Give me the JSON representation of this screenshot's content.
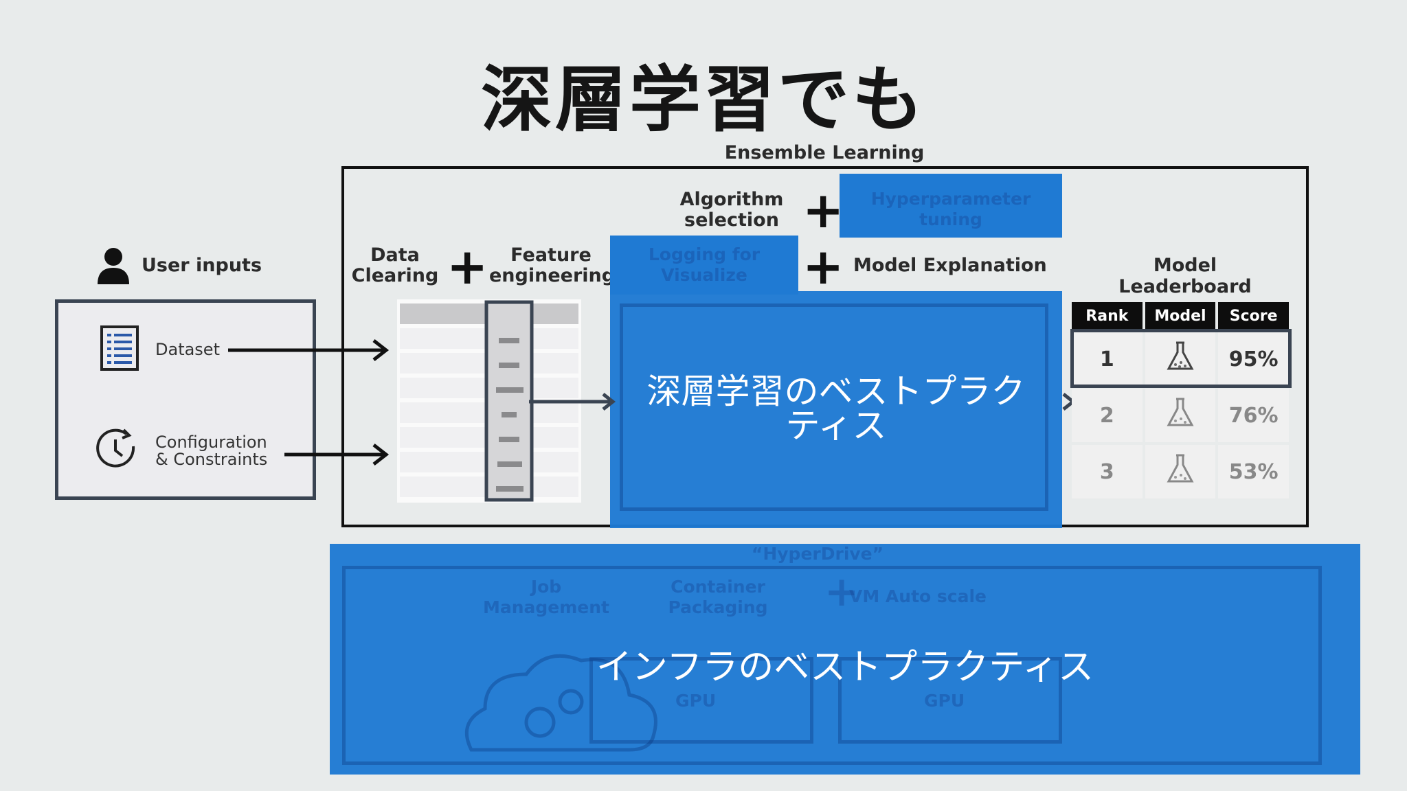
{
  "title": "深層学習でも",
  "ensemble_label": "Ensemble Learning",
  "user_inputs": {
    "heading": "User inputs",
    "dataset": "Dataset",
    "config_line1": "Configuration",
    "config_line2": "& Constraints"
  },
  "pipeline": {
    "data_clearing_1": "Data",
    "data_clearing_2": "Clearing",
    "feature_eng_1": "Feature",
    "feature_eng_2": "engineering",
    "algo_sel_1": "Algorithm",
    "algo_sel_2": "selection",
    "hyper_1": "Hyperparameter",
    "hyper_2": "tuning",
    "logging_1": "Logging for",
    "logging_2": "Visualize",
    "model_explanation": "Model Explanation",
    "leaderboard_title": "Model Leaderboard"
  },
  "leaderboard": {
    "headers": [
      "Rank",
      "Model",
      "Score"
    ],
    "rows": [
      {
        "rank": "1",
        "score": "95%"
      },
      {
        "rank": "2",
        "score": "76%"
      },
      {
        "rank": "3",
        "score": "53%"
      }
    ]
  },
  "overlay_dl_1": "深層学習のベストプラク",
  "overlay_dl_2": "ティス",
  "infra": {
    "hyperdrive": "“HyperDrive”",
    "job_1": "Job",
    "job_2": "Management",
    "container_1": "Container",
    "container_2": "Packaging",
    "vm": "VM Auto scale",
    "overlay": "インフラのベストプラクティス",
    "gpu": "GPU"
  },
  "colors": {
    "accent_blue": "#1f7ad3",
    "frame": "#111111",
    "user_box": "#3a4452"
  }
}
